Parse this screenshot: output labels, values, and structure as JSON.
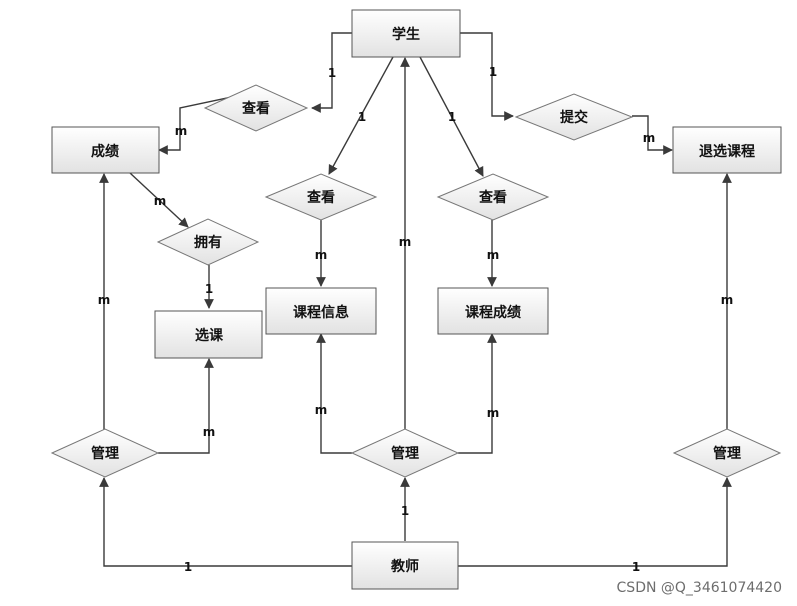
{
  "entities": {
    "student": "学生",
    "grade": "成绩",
    "course_select": "选课",
    "course_info": "课程信息",
    "course_grade": "课程成绩",
    "withdraw_course": "退选课程",
    "teacher": "教师"
  },
  "relationships": {
    "view_grade": "查看",
    "submit": "提交",
    "view_course_info": "查看",
    "view_course_grade": "查看",
    "have": "拥有",
    "manage_left": "管理",
    "manage_center": "管理",
    "manage_right": "管理"
  },
  "cardinalities": {
    "student_view_grade": "1",
    "view_grade_grade": "m",
    "student_submit": "1",
    "submit_withdraw": "m",
    "student_view_info": "1",
    "student_view_cgrade": "1",
    "view_info_m": "m",
    "view_cgrade_m": "m",
    "grade_have": "m",
    "have_select": "1",
    "manage_left_grade": "m",
    "manage_left_select": "m",
    "manage_center_student": "m",
    "manage_center_info": "m",
    "manage_center_cgrade": "m",
    "teacher_manage_center": "1",
    "teacher_manage_left": "1",
    "teacher_manage_right": "1",
    "manage_right_withdraw": "m"
  },
  "watermark": "CSDN @Q_3461074420"
}
